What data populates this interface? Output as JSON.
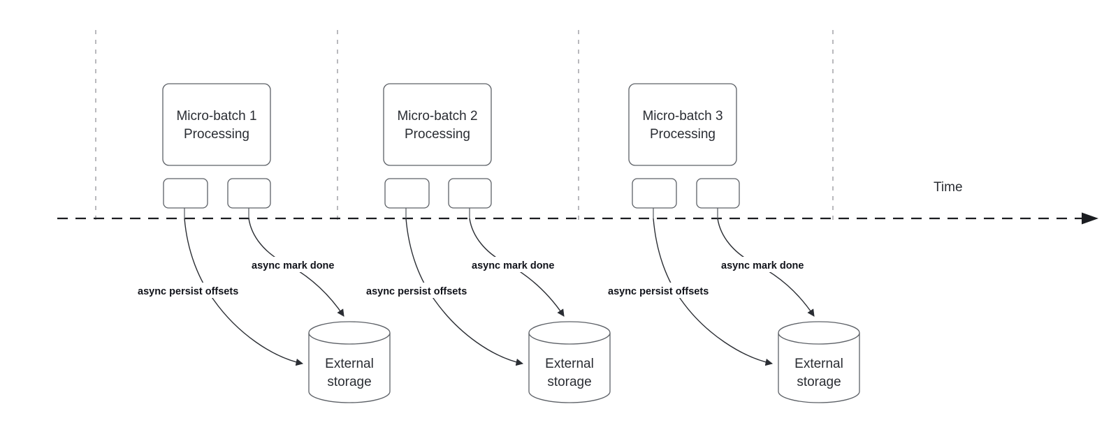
{
  "diagram": {
    "title_text_time_axis": "Time",
    "background_color": "#ffffff",
    "stroke_color": "#5c6066",
    "timeline_color": "#1b1d21",
    "divider_color": "#a8a8ad",
    "arrow_color": "#2a2d33",
    "groups": [
      {
        "id": "group-1",
        "batch_line1": "Micro-batch 1",
        "batch_line2": "Processing",
        "persist_label": "async persist offsets",
        "mark_done_label": "async mark done",
        "storage_line1": "External",
        "storage_line2": "storage"
      },
      {
        "id": "group-2",
        "batch_line1": "Micro-batch 2",
        "batch_line2": "Processing",
        "persist_label": "async persist offsets",
        "mark_done_label": "async mark done",
        "storage_line1": "External",
        "storage_line2": "storage"
      },
      {
        "id": "group-3",
        "batch_line1": "Micro-batch 3",
        "batch_line2": "Processing",
        "persist_label": "async persist offsets",
        "mark_done_label": "async mark done",
        "storage_line1": "External",
        "storage_line2": "storage"
      }
    ]
  }
}
